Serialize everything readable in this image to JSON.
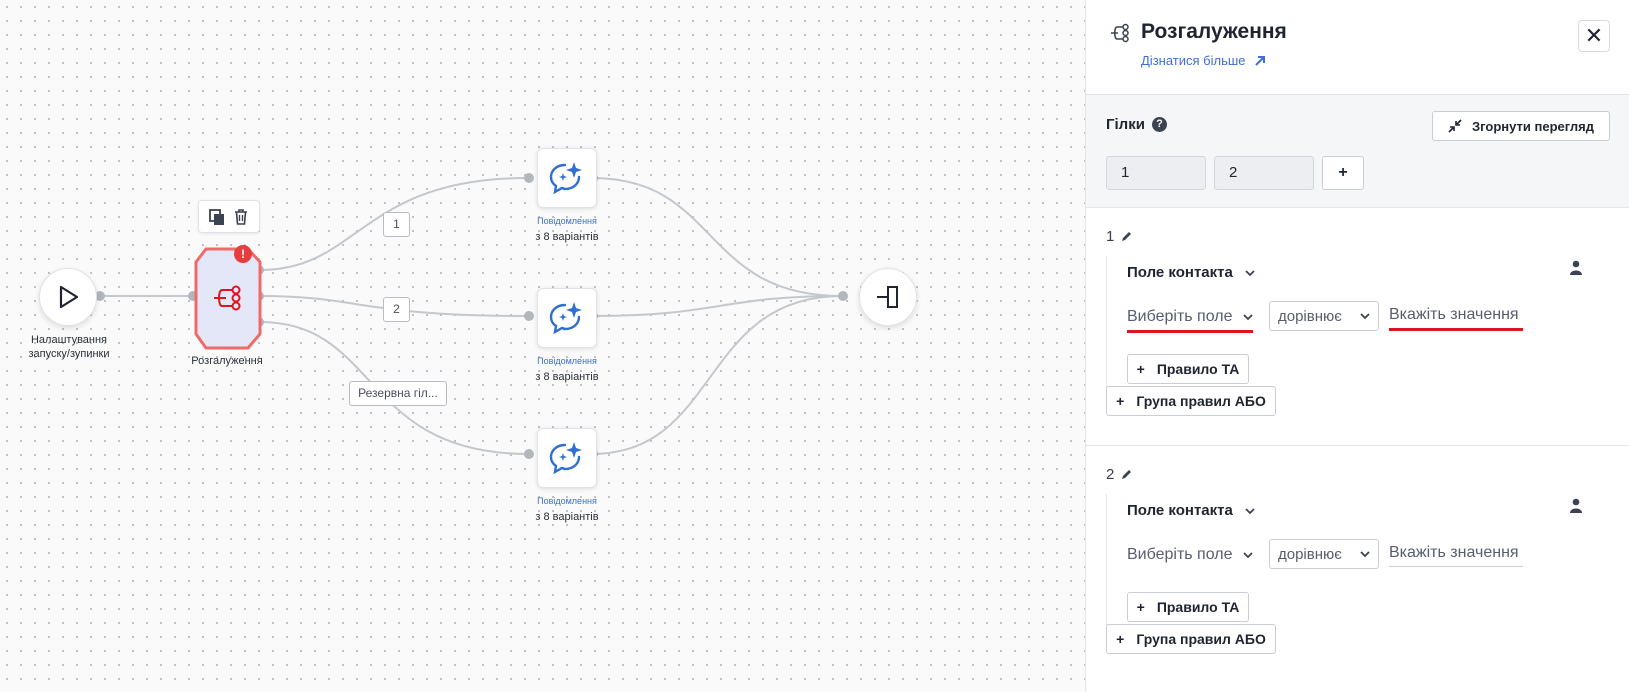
{
  "canvas": {
    "start_node": {
      "label_line1": "Налаштування",
      "label_line2": "запуску/зупинки"
    },
    "branch_node": {
      "label": "Розгалуження",
      "error_badge": "!"
    },
    "message_nodes": [
      {
        "type": "Повідомлення",
        "caption": "з 8 варіантів"
      },
      {
        "type": "Повідомлення",
        "caption": "з 8 варіантів"
      },
      {
        "type": "Повідомлення",
        "caption": "з 8 варіантів"
      }
    ],
    "edge_labels": {
      "branch1": "1",
      "branch2": "2",
      "fallback": "Резервна гіл..."
    }
  },
  "panel": {
    "title": "Розгалуження",
    "learn_more": "Дізнатися більше",
    "close_label": "✕",
    "branches_title": "Гілки",
    "help_label": "?",
    "collapse_label": "Згорнути перегляд",
    "tabs": [
      "1",
      "2"
    ],
    "add_tab_label": "+",
    "branches": [
      {
        "name": "1",
        "condition_field": "Поле контакта",
        "select_field": "Виберіть поле",
        "operator": "дорівнює",
        "value_placeholder": "Вкажіть значення",
        "rule_button": "Правило ТА",
        "group_button": "Група правил АБО"
      },
      {
        "name": "2",
        "condition_field": "Поле контакта",
        "select_field": "Виберіть поле",
        "operator": "дорівнює",
        "value_placeholder": "Вкажіть значення",
        "rule_button": "Правило ТА",
        "group_button": "Група правил АБО"
      }
    ]
  },
  "colors": {
    "accent": "#3e6fd6",
    "error": "#e0141e",
    "branch_node_fill": "#e3e7f7",
    "branch_node_border": "#f06a6a"
  }
}
